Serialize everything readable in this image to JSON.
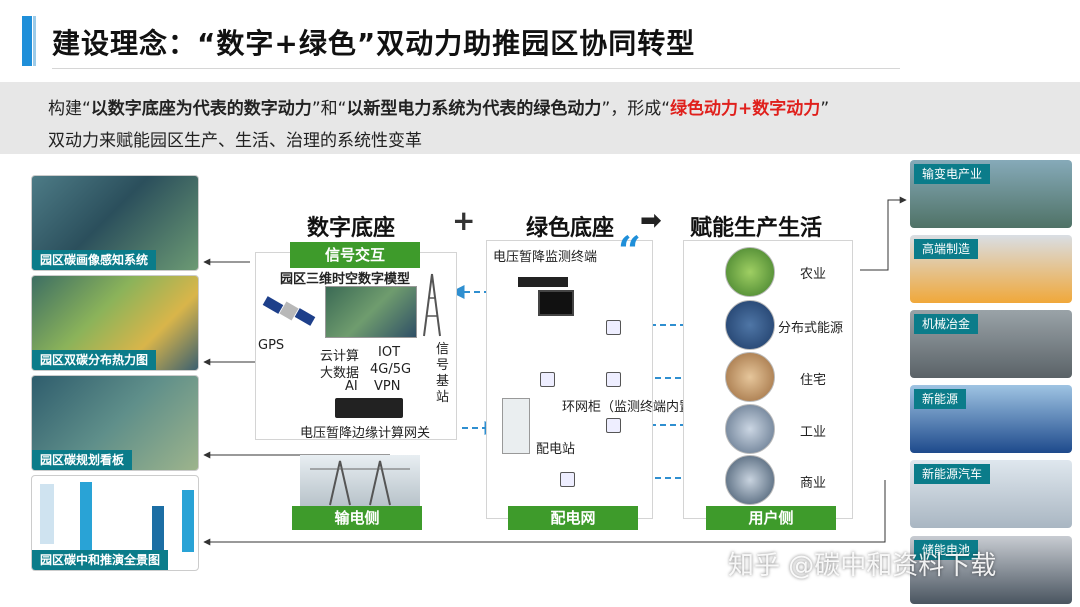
{
  "title": "建设理念：“数字+绿色”双动力助推园区协同转型",
  "intro": {
    "p1": "构建“",
    "b1": "以数字底座为代表的数字动力",
    "p2": "”和“",
    "b2": "以新型电力系统为代表的绿色动力",
    "p3": "”，形成“",
    "r1": "绿色动力+数字动力",
    "p4": "”",
    "line2": "双动力来赋能园区生产、生活、治理的系统性变革"
  },
  "left_panels": [
    {
      "caption": "园区碳画像感知系统"
    },
    {
      "caption": "园区双碳分布热力图"
    },
    {
      "caption": "园区碳规划看板"
    },
    {
      "caption": "园区碳中和推演全景图"
    }
  ],
  "digital": {
    "header": "数字底座",
    "plus": "+",
    "signal_label": "信号交互",
    "model_label": "园区三维时空数字模型",
    "gps": "GPS",
    "cloud": "云计算",
    "bigdata": "大数据",
    "ai": "AI",
    "iot": "IOT",
    "g45": "4G/5G",
    "vpn": "VPN",
    "base_station": "信号基站",
    "gateway": "电压暂降边缘计算网关",
    "bottom_label": "输电侧"
  },
  "green": {
    "header": "绿色底座",
    "arrow": "➡",
    "terminal": "电压暂降监测终端",
    "ring_cabinet": "环网柜（监测终端内置）",
    "station": "配电站",
    "bottom_label": "配电网"
  },
  "enable": {
    "header": "赋能生产生活",
    "items": [
      "农业",
      "分布式能源",
      "住宅",
      "工业",
      "商业"
    ],
    "bottom_label": "用户侧"
  },
  "industries": [
    "输变电产业",
    "高端制造",
    "机械冶金",
    "新能源",
    "新能源汽车",
    "储能电池"
  ],
  "watermark": "知乎 @碳中和资料下载",
  "colors": {
    "accent": "#1f8fd9",
    "green": "#3e9b2b",
    "red": "#e0201c",
    "teal": "#0b7c8a",
    "dash": "#2f8fd0"
  }
}
